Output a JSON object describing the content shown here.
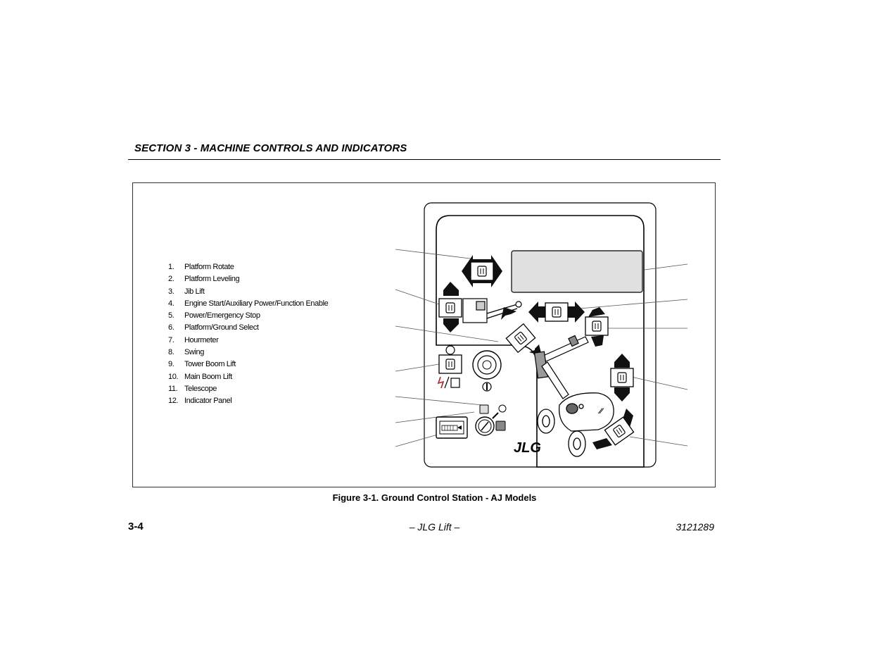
{
  "header": {
    "section_title": "SECTION 3 - MACHINE CONTROLS AND INDICATORS"
  },
  "legend": {
    "items": [
      {
        "num": "1.",
        "label": "Platform Rotate"
      },
      {
        "num": "2.",
        "label": "Platform Leveling"
      },
      {
        "num": "3.",
        "label": "Jib Lift"
      },
      {
        "num": "4.",
        "label": "Engine Start/Auxiliary Power/Function Enable"
      },
      {
        "num": "5.",
        "label": "Power/Emergency Stop"
      },
      {
        "num": "6.",
        "label": "Platform/Ground Select"
      },
      {
        "num": "7.",
        "label": "Hourmeter"
      },
      {
        "num": "8.",
        "label": "Swing"
      },
      {
        "num": "9.",
        "label": "Tower Boom Lift"
      },
      {
        "num": "10.",
        "label": "Main Boom Lift"
      },
      {
        "num": "11.",
        "label": "Telescope"
      },
      {
        "num": "12.",
        "label": "Indicator Panel"
      }
    ]
  },
  "figure": {
    "caption": "Figure 3-1. Ground Control Station - AJ Models",
    "logo_text": "JLG"
  },
  "footer": {
    "page_number": "3-4",
    "center_text": "– JLG Lift –",
    "doc_number": "3121289"
  },
  "colors": {
    "text": "#000000",
    "panel_gray": "#e0e0e0",
    "arrow_fill": "#111111",
    "indicator_red": "#b22222"
  }
}
